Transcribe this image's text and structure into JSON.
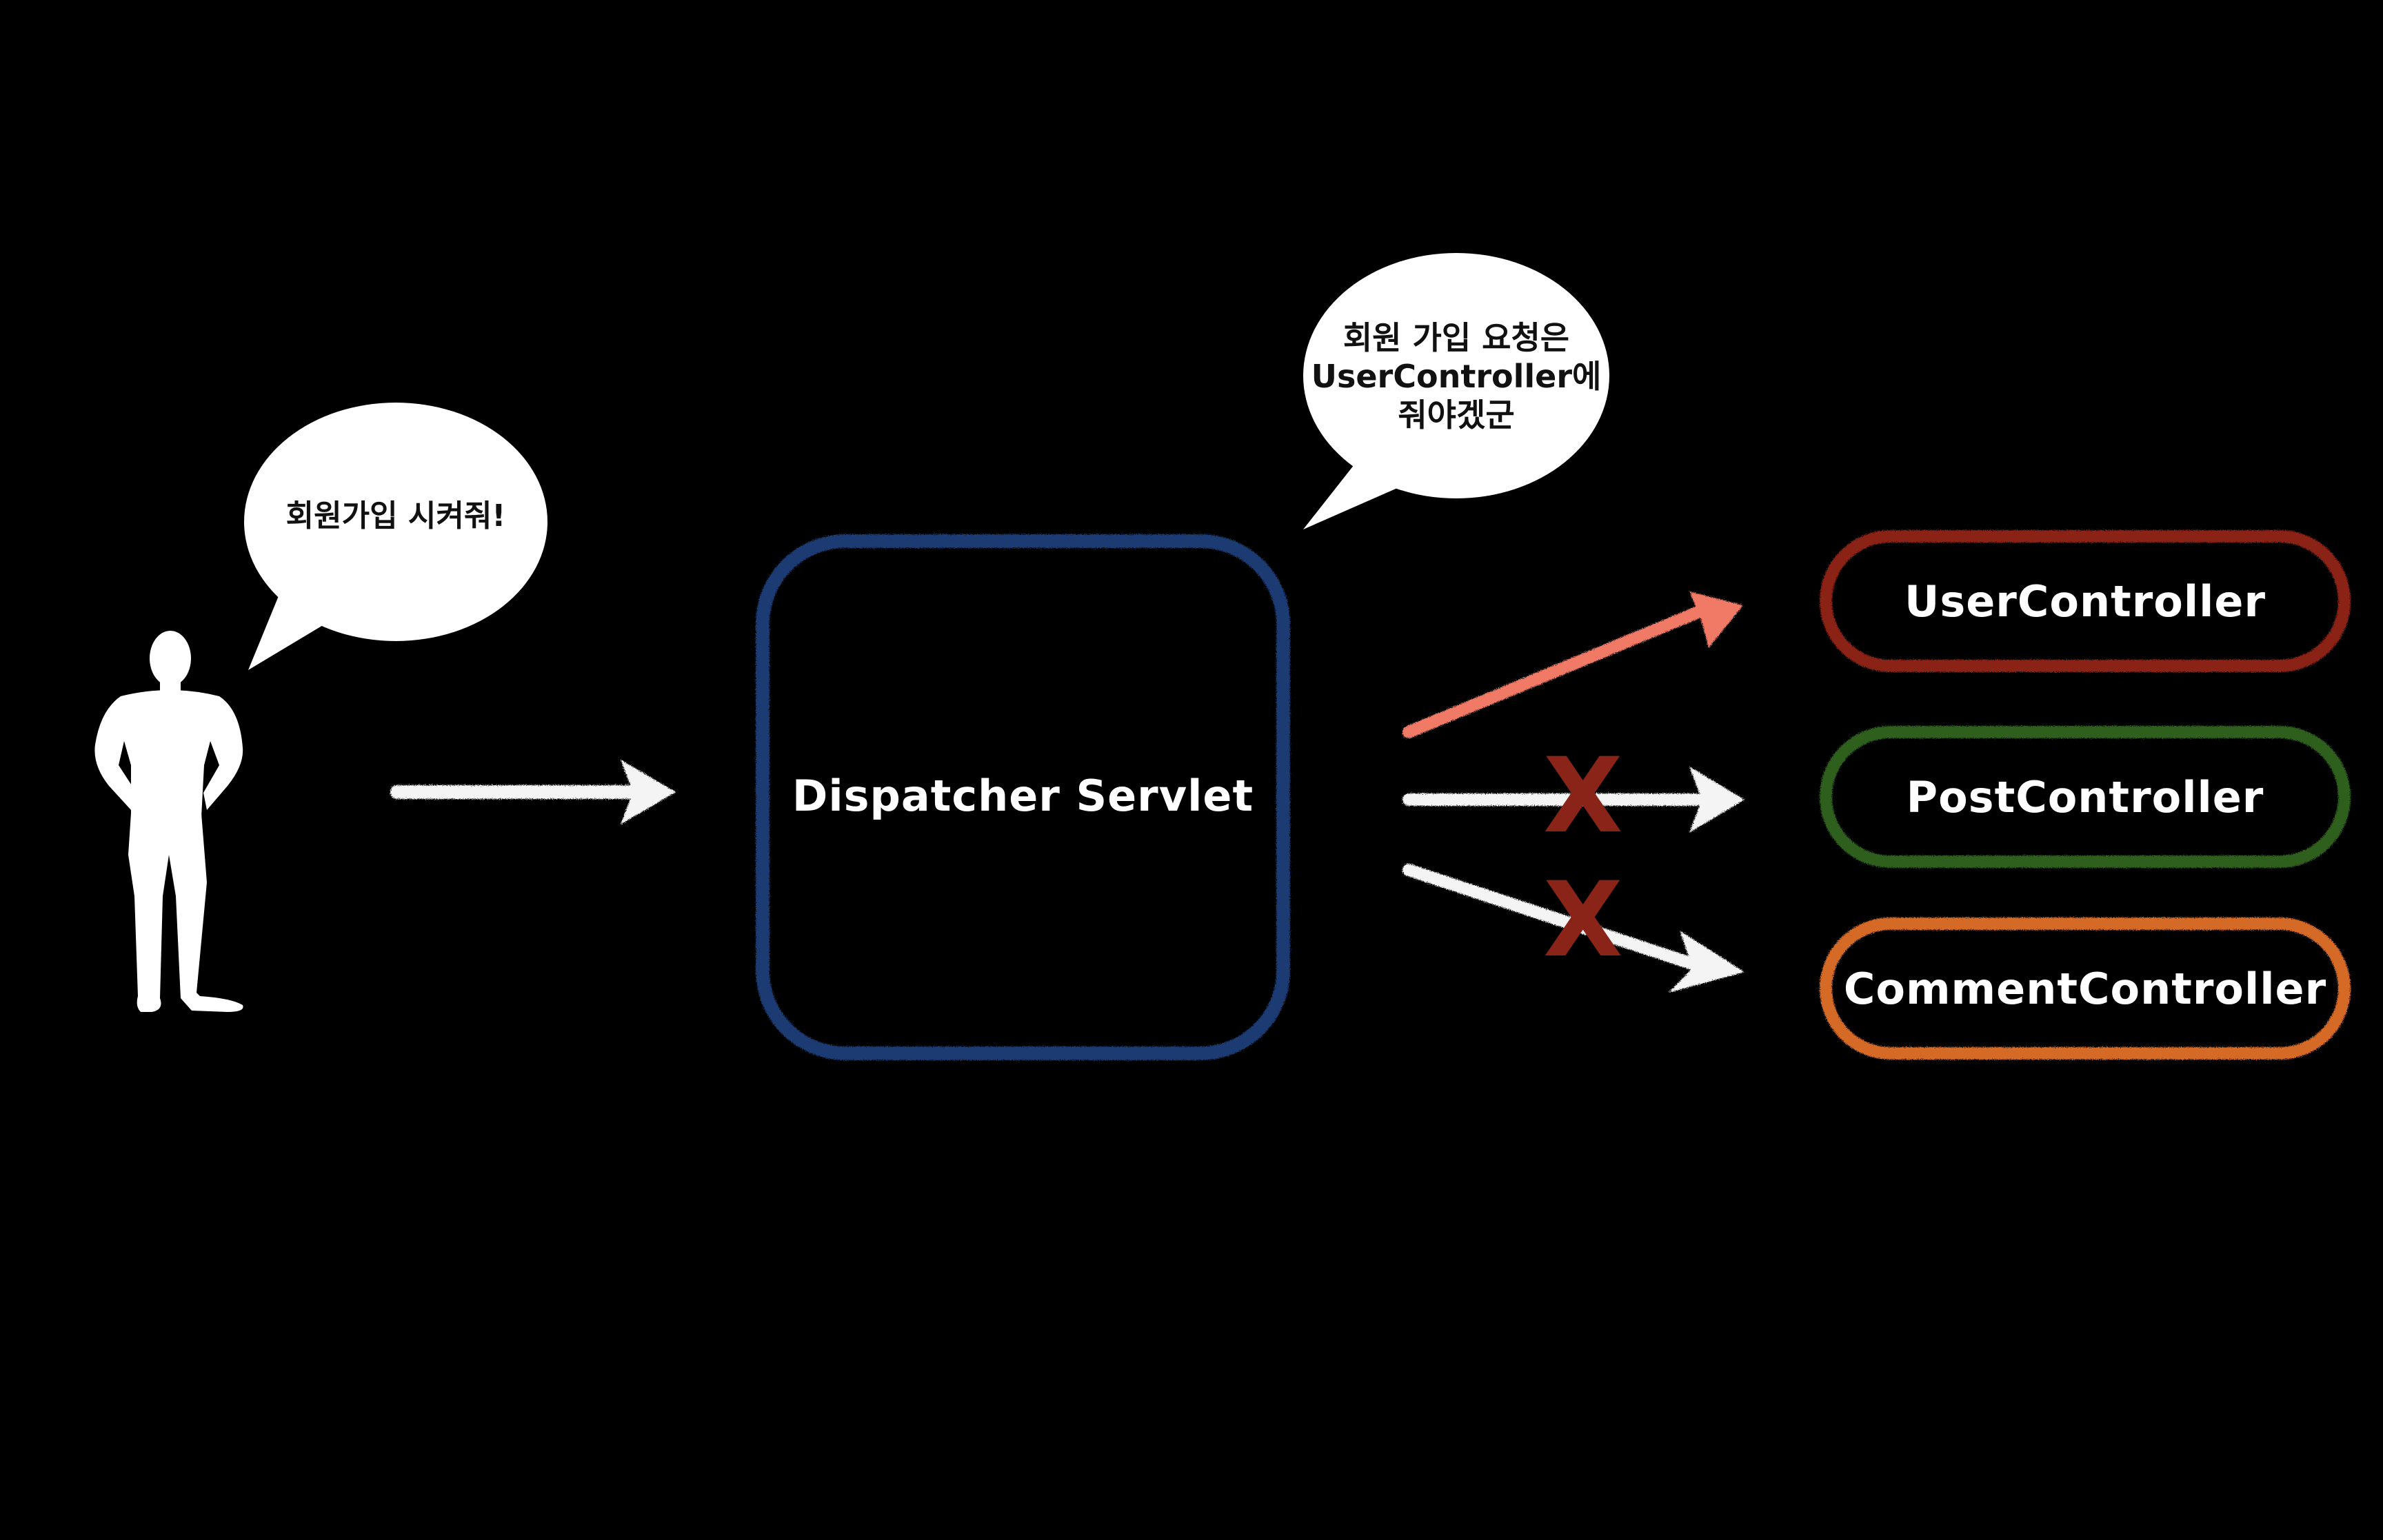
{
  "colors": {
    "background": "#000000",
    "dispatcher_border": "#1e3a73",
    "user_controller": "#8a2418",
    "post_controller": "#2f5e1e",
    "comment_controller": "#d46a25",
    "selected_arrow": "#f07a66",
    "arrow": "#f4f4f4",
    "x_mark": "#8a2418"
  },
  "actor": {
    "icon": "person-silhouette-icon",
    "speech": "회원가입 시켜줘!"
  },
  "dispatcher": {
    "label": "Dispatcher Servlet",
    "speech_lines": [
      "회원 가입 요청은",
      "UserController에",
      "줘야겠군"
    ]
  },
  "controllers": [
    {
      "name": "UserController",
      "selected": true
    },
    {
      "name": "PostController",
      "selected": false
    },
    {
      "name": "CommentController",
      "selected": false
    }
  ],
  "rejection_mark": "X"
}
